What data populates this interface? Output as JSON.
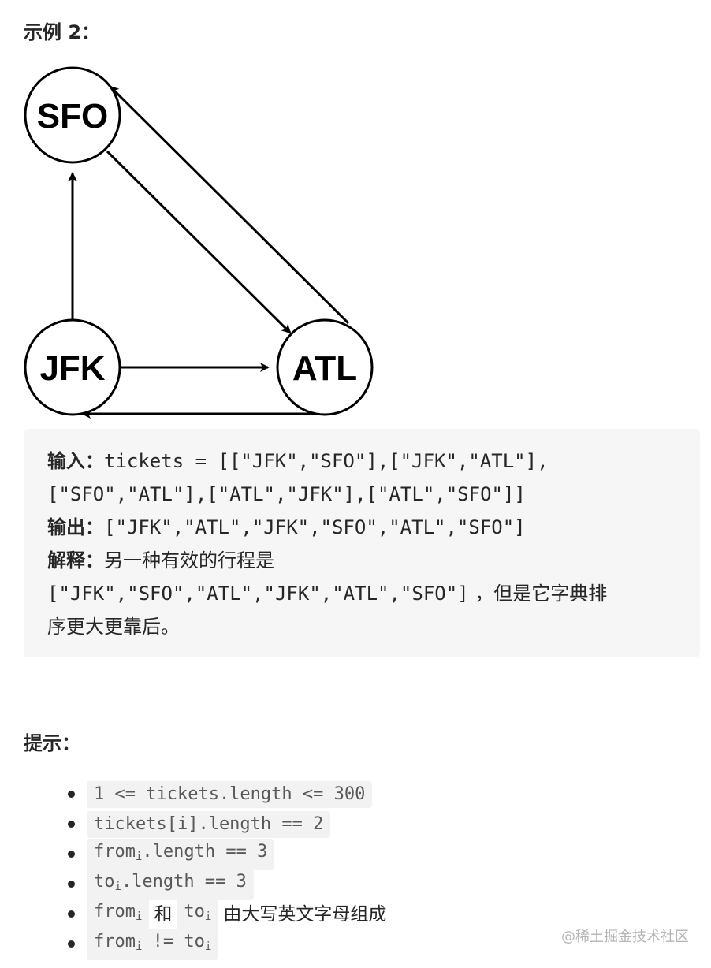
{
  "example_title": "示例 2：",
  "graph": {
    "nodes": {
      "sfo": "SFO",
      "jfk": "JFK",
      "atl": "ATL"
    }
  },
  "example": {
    "input_label": "输入：",
    "input_value_line1": "tickets = [[\"JFK\",\"SFO\"],[\"JFK\",\"ATL\"],",
    "input_value_line2": "[\"SFO\",\"ATL\"],[\"ATL\",\"JFK\"],[\"ATL\",\"SFO\"]]",
    "output_label": "输出：",
    "output_value": "[\"JFK\",\"ATL\",\"JFK\",\"SFO\",\"ATL\",\"SFO\"]",
    "explain_label": "解释：",
    "explain_text": "另一种有效的行程是",
    "explain_code": "[\"JFK\",\"SFO\",\"ATL\",\"JFK\",\"ATL\",\"SFO\"]",
    "explain_tail1": " ，但是它字典排",
    "explain_tail2": "序更大更靠后。"
  },
  "hints_title": "提示：",
  "hints": {
    "h1": "1 <= tickets.length <= 300",
    "h2": "tickets[i].length == 2",
    "h3_pre": "from",
    "h3_sub": "i",
    "h3_post": ".length == 3",
    "h4_pre": "to",
    "h4_sub": "i",
    "h4_post": ".length == 3",
    "h5_a_pre": "from",
    "h5_a_sub": "i",
    "h5_mid": "和",
    "h5_b_pre": "to",
    "h5_b_sub": "i",
    "h5_tail": "由大写英文字母组成",
    "h6_a_pre": "from",
    "h6_a_sub": "i",
    "h6_op": " != ",
    "h6_b_pre": "to",
    "h6_b_sub": "i"
  },
  "watermark": "@稀土掘金技术社区"
}
